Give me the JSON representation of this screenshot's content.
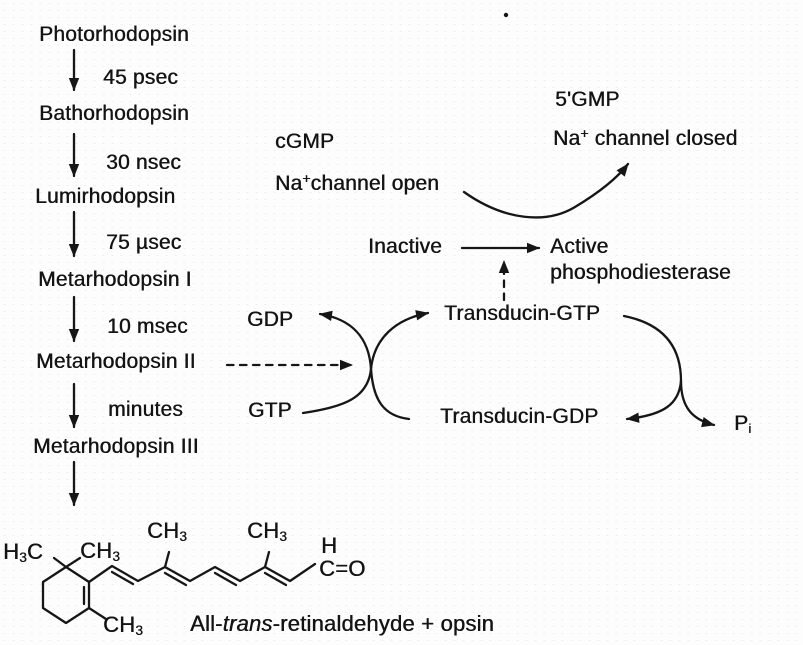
{
  "ink": "#161616",
  "background": "#fdfdfd",
  "cascade": {
    "steps": [
      "Photorhodopsin",
      "Bathorhodopsin",
      "Lumirhodopsin",
      "Metarhodopsin I",
      "Metarhodopsin II",
      "Metarhodopsin III"
    ],
    "times": [
      "45 psec",
      "30 nsec",
      "75 µsec",
      "10 msec",
      "minutes"
    ]
  },
  "signaling": {
    "cgmp": "cGMP",
    "na_open": {
      "base": "Na",
      "sup": "+",
      "rest": "channel open"
    },
    "gmp5": "5'GMP",
    "na_closed": {
      "base": "Na",
      "sup": "+",
      "rest": " channel closed"
    },
    "inactive": "Inactive",
    "active": "Active",
    "phosphodiesterase": "phosphodiesterase",
    "gdp": "GDP",
    "gtp": "GTP",
    "transducin_gtp": "Transducin-GTP",
    "transducin_gdp": "Transducin-GDP",
    "pi": {
      "base": "P",
      "sub": "i"
    }
  },
  "structure": {
    "h3c": {
      "pre": "H",
      "sub": "3",
      "post": "C"
    },
    "ch3_ring_top": {
      "pre": "CH",
      "sub": "3",
      "post": ""
    },
    "ch3_chain_1": {
      "pre": "CH",
      "sub": "3",
      "post": ""
    },
    "ch3_chain_2": {
      "pre": "CH",
      "sub": "3",
      "post": ""
    },
    "ch3_ring_bottom": {
      "pre": "CH",
      "sub": "3",
      "post": ""
    },
    "aldehyde_h": "H",
    "aldehyde_co": "C=O",
    "caption": {
      "pre": "All-",
      "italic": "trans",
      "post": "-retinaldehyde + opsin"
    }
  }
}
